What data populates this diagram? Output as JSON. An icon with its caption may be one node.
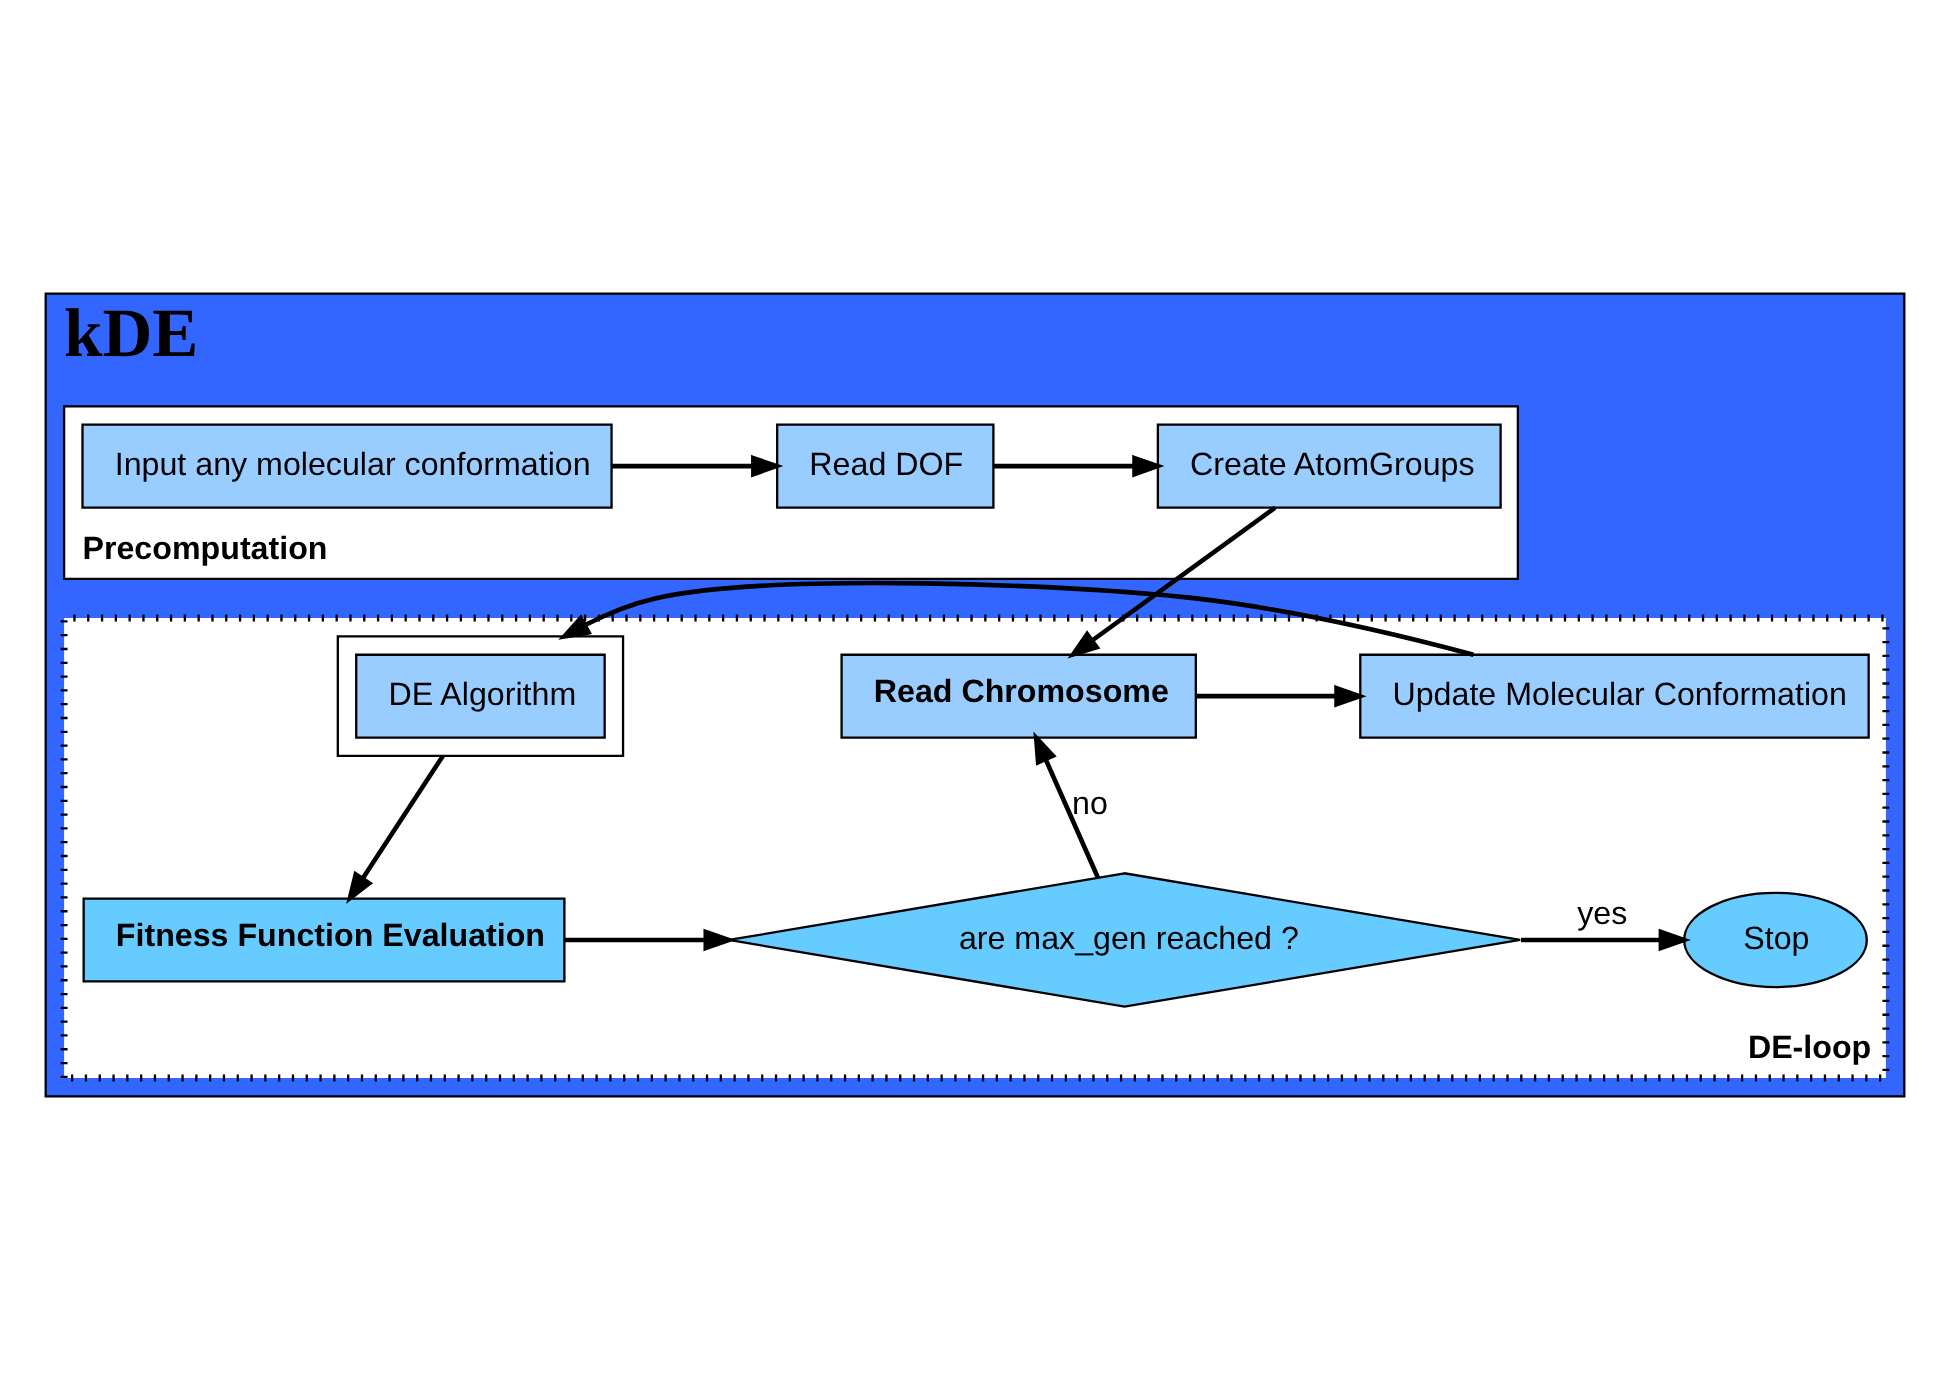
{
  "diagram": {
    "nodes": [
      {
        "text": [
          "kDE"
        ]
      },
      {
        "text": [
          "Precomputation"
        ],
        "in": 0
      },
      {
        "text": [
          "Input any molecular conformation"
        ],
        "in": 1
      },
      {
        "text": [
          "Read DOF"
        ],
        "in": 1
      },
      {
        "text": [
          "Create AtomGroups"
        ],
        "in": 1
      },
      {
        "text": [
          "DE-loop"
        ],
        "in": 0
      },
      {
        "text": [],
        "shape": "box",
        "in": 5
      },
      {
        "text": [
          "DE Algorithm"
        ],
        "in": 6
      },
      {
        "text": [
          "Update Molecular Conformation"
        ],
        "in": 5
      },
      {
        "text": [
          "Read Chromosome"
        ],
        "in": 5
      },
      {
        "text": [
          "Fitness Function Evaluation"
        ],
        "in": 5
      },
      {
        "text": [
          "are max_gen reached ?"
        ],
        "in": 5
      },
      {
        "text": [
          "Stop"
        ],
        "in": 5
      }
    ],
    "edges": [
      {
        "from": 2,
        "to": 3,
        "arrow": "to"
      },
      {
        "from": 3,
        "to": 4,
        "arrow": "to"
      },
      {
        "from": 4,
        "to": 9,
        "arrow": "to"
      },
      {
        "from": 9,
        "to": 8,
        "arrow": "to"
      },
      {
        "from": 8,
        "to": 6,
        "arrow": "to"
      },
      {
        "from": 6,
        "to": 10,
        "arrow": "to"
      },
      {
        "from": 10,
        "to": 11,
        "arrow": "to"
      },
      {
        "from": 11,
        "to": 9,
        "label": "no",
        "arrow": "to"
      },
      {
        "from": 11,
        "to": 12,
        "label": "yes",
        "arrow": "to"
      }
    ]
  }
}
